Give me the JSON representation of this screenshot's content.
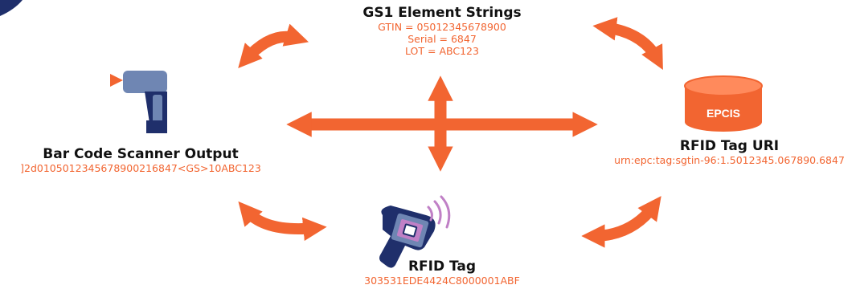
{
  "colors": {
    "arrow": "#f26531",
    "navy": "#1f2f6b",
    "steel": "#6f86b3",
    "value_text": "#f26531",
    "title_text": "#111111",
    "signal": "#c080c6"
  },
  "nodes": {
    "gs1": {
      "title": "GS1 Element Strings",
      "lines": [
        "GTIN = 05012345678900",
        "Serial = 6847",
        "LOT = ABC123"
      ]
    },
    "scanner": {
      "title": "Bar Code Scanner Output",
      "value": "]2d01050123456789002168​47<GS>10ABC123"
    },
    "uri": {
      "title": "RFID Tag URI",
      "value": "urn:epc:tag:sgtin-96:1.5012345.067890.6847"
    },
    "tag": {
      "title": "RFID Tag",
      "value": "303531EDE4424C8000001ABF"
    }
  },
  "icons": {
    "scanner": "barcode-scanner-icon",
    "database": "database-icon",
    "reader": "rfid-reader-icon"
  },
  "database_label": "EPCIS"
}
